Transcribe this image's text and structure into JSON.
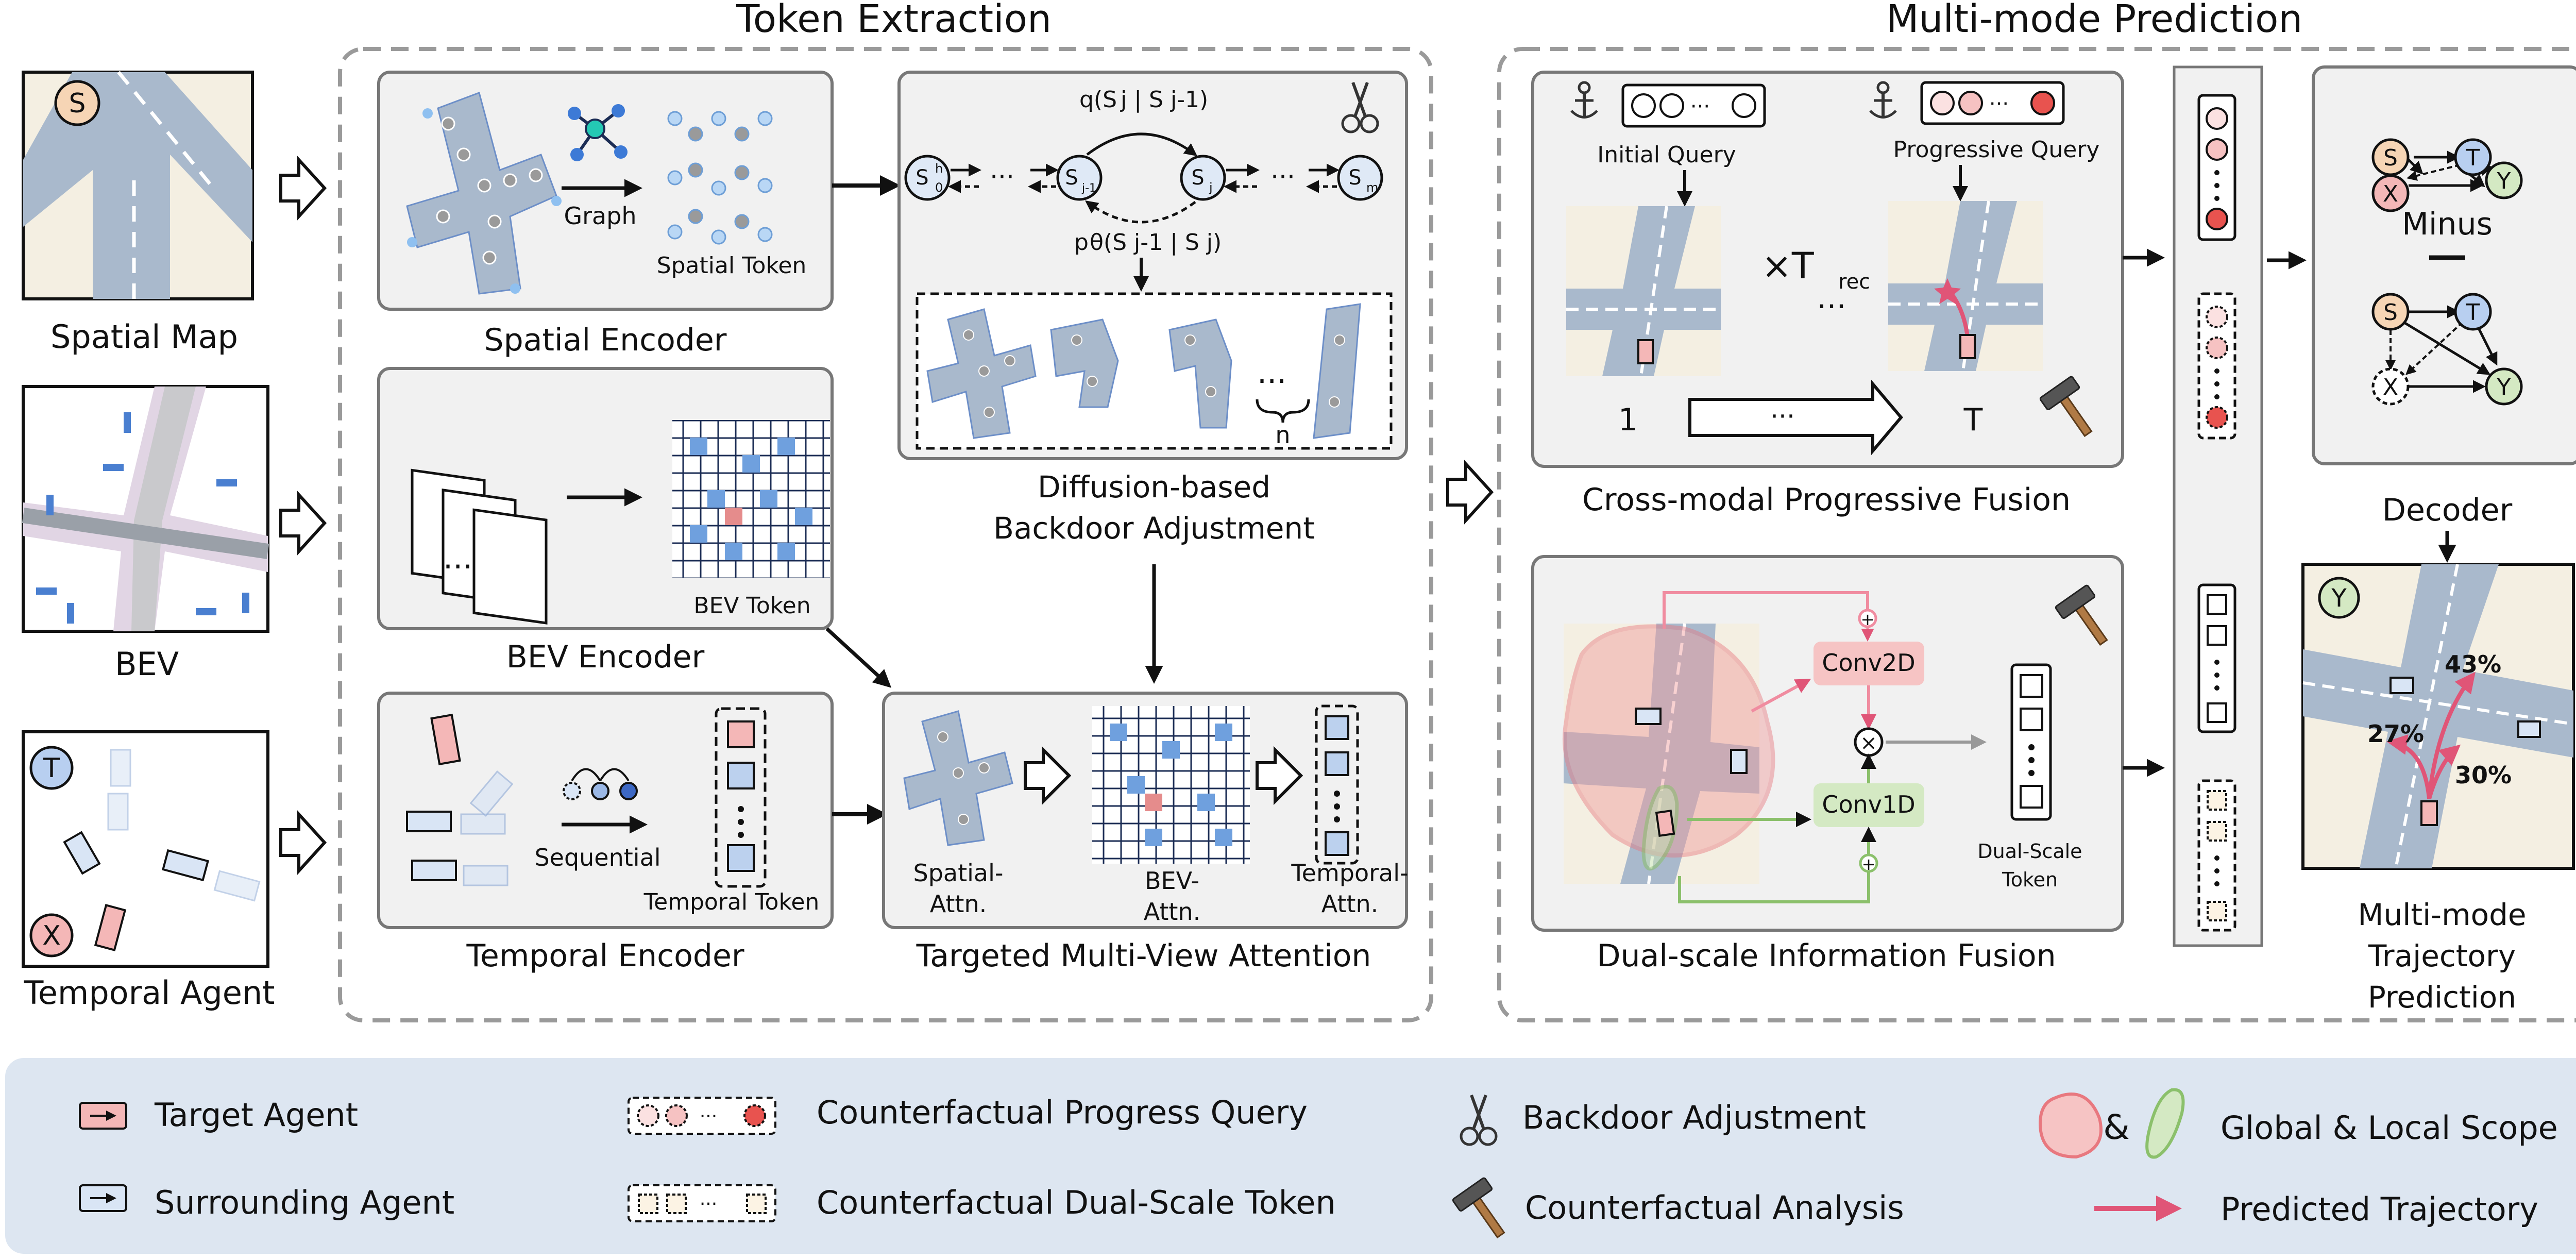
{
  "titles": {
    "token_extraction": "Token Extraction",
    "multi_mode_prediction": "Multi-mode Prediction"
  },
  "inputs": {
    "spatial_map": "Spatial Map",
    "bev": "BEV",
    "temporal_agent": "Temporal Agent",
    "badge_s": "S",
    "badge_t": "T",
    "badge_x": "X"
  },
  "spatial_encoder": {
    "title": "Spatial Encoder",
    "graph": "Graph",
    "token": "Spatial Token"
  },
  "bev_encoder": {
    "title": "BEV Encoder",
    "token": "BEV Token",
    "dots": "···"
  },
  "temporal_encoder": {
    "title": "Temporal Encoder",
    "sequential": "Sequential",
    "token": "Temporal Token"
  },
  "diffusion": {
    "title_line1": "Diffusion-based",
    "title_line2": "Backdoor Adjustment",
    "forward": "q(S",
    "reverse": "p",
    "state_0": "S",
    "sub_0": "0",
    "sub_j1": "j-1",
    "sub_j": "j",
    "sub_m": "m",
    "sup_h": "h",
    "n_label": "n"
  },
  "attention": {
    "title": "Targeted Multi-View Attention",
    "spatial_l1": "Spatial-",
    "spatial_l2": "Attn.",
    "bev_l1": "BEV-",
    "bev_l2": "Attn.",
    "temporal_l1": "Temporal-",
    "temporal_l2": "Attn."
  },
  "cross_modal": {
    "title": "Cross-modal Progressive Fusion",
    "initial_query": "Initial Query",
    "progressive_query": "Progressive Query",
    "times": "×T",
    "rec": "rec",
    "step_1": "1",
    "step_t": "T",
    "ellipsis": "···"
  },
  "dual_scale": {
    "title": "Dual-scale Information Fusion",
    "conv2d": "Conv2D",
    "conv1d": "Conv1D",
    "token_l1": "Dual-Scale",
    "token_l2": "Token"
  },
  "decoder": {
    "title": "Decoder",
    "minus": "Minus",
    "node_s": "S",
    "node_t": "T",
    "node_x": "X",
    "node_y": "Y"
  },
  "prediction": {
    "title_l1": "Multi-mode",
    "title_l2": "Trajectory",
    "title_l3": "Prediction",
    "badge_y": "Y",
    "p1": "43%",
    "p2": "27%",
    "p3": "30%"
  },
  "legend": {
    "target_agent": "Target Agent",
    "surrounding_agent": "Surrounding Agent",
    "progress_query": "Counterfactual Progress Query",
    "dual_scale_token": "Counterfactual Dual-Scale Token",
    "backdoor": "Backdoor Adjustment",
    "analysis": "Counterfactual Analysis",
    "amp": "&",
    "scope": "Global & Local Scope",
    "predicted": "Predicted Trajectory"
  },
  "colors": {
    "road": "#a9b9cc",
    "panel": "#f1f1f1",
    "pink": "#f4b7b7",
    "red": "#e8534f",
    "blue_cell": "#a8c3e6",
    "green": "#d4e9c3",
    "legend_bg": "#dde6f1",
    "trajectory": "#e05577"
  }
}
